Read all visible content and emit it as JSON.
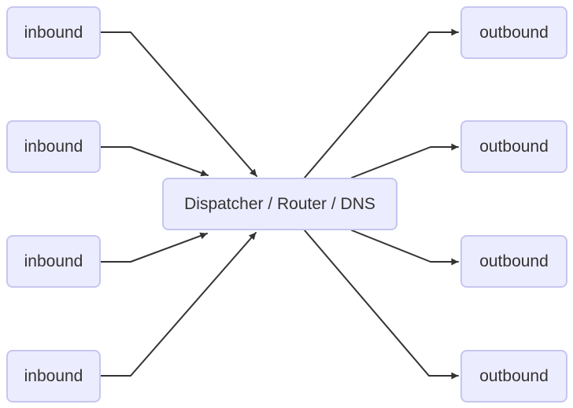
{
  "diagram": {
    "type": "flowchart",
    "direction": "left-to-right",
    "center_node": {
      "label": "Dispatcher / Router / DNS"
    },
    "inbound_nodes": [
      {
        "label": "inbound"
      },
      {
        "label": "inbound"
      },
      {
        "label": "inbound"
      },
      {
        "label": "inbound"
      }
    ],
    "outbound_nodes": [
      {
        "label": "outbound"
      },
      {
        "label": "outbound"
      },
      {
        "label": "outbound"
      },
      {
        "label": "outbound"
      }
    ],
    "edges": [
      {
        "from": "inbound-1",
        "to": "dispatcher"
      },
      {
        "from": "inbound-2",
        "to": "dispatcher"
      },
      {
        "from": "inbound-3",
        "to": "dispatcher"
      },
      {
        "from": "inbound-4",
        "to": "dispatcher"
      },
      {
        "from": "dispatcher",
        "to": "outbound-1"
      },
      {
        "from": "dispatcher",
        "to": "outbound-2"
      },
      {
        "from": "dispatcher",
        "to": "outbound-3"
      },
      {
        "from": "dispatcher",
        "to": "outbound-4"
      }
    ],
    "colors": {
      "node_fill": "#ececff",
      "node_border": "#c6c6f0",
      "edge": "#333333",
      "text": "#333333",
      "background": "#ffffff"
    }
  }
}
